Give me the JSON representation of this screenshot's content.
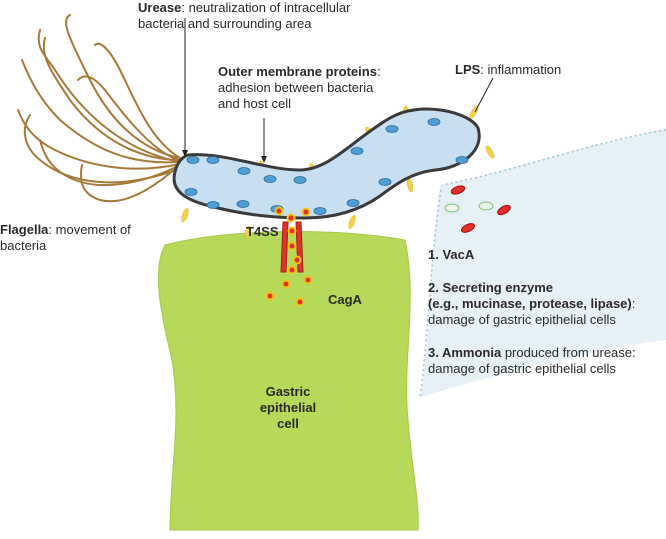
{
  "labels": {
    "urease": {
      "bold": "Urease",
      "rest1": ": neutralization of intracellular",
      "rest2": "bacteria and surrounding area"
    },
    "omp": {
      "bold": "Outer membrane proteins",
      "rest0": ":",
      "rest1": "adhesion between bacteria",
      "rest2": "and host cell"
    },
    "lps": {
      "bold": "LPS",
      "rest": ": inflammation"
    },
    "flagella": {
      "bold": "Flagella",
      "rest1": ": movement of",
      "rest2": "bacteria"
    },
    "t4ss": "T4SS",
    "caga": "CagA",
    "cell": {
      "line1": "Gastric",
      "line2": "epithelial",
      "line3": "cell"
    },
    "vaca": "1. VacA",
    "enzyme": {
      "line1": "2. Secreting enzyme",
      "line2": "(e.g., mucinase, protease, lipase)",
      "line2b": ":",
      "line3": "damage of gastric epithelial cells"
    },
    "ammonia": {
      "prefix": "3. ",
      "bold": "Ammonia",
      "rest": " produced from urease:",
      "line2": "damage of gastric epithelial cells"
    }
  },
  "colors": {
    "bacterium_fill": "#c7dff0",
    "bacterium_stroke": "#3a3a3a",
    "cell_fill": "#b7d95a",
    "flagella": "#a57a3a",
    "protein_blue": "#4f9fd6",
    "lps_yellow": "#f2d24a",
    "t4ss_red": "#e0322b",
    "caga_dot": "#e0322b",
    "caga_ring": "#f0c419",
    "secretion_fill": "#dcebf2",
    "secretion_edge": "#9fc3d3"
  },
  "icons": [
    "bacterium-shape",
    "flagella-strands",
    "gastric-cell-shape",
    "t4ss-channel",
    "caga-dots",
    "secretion-area"
  ]
}
